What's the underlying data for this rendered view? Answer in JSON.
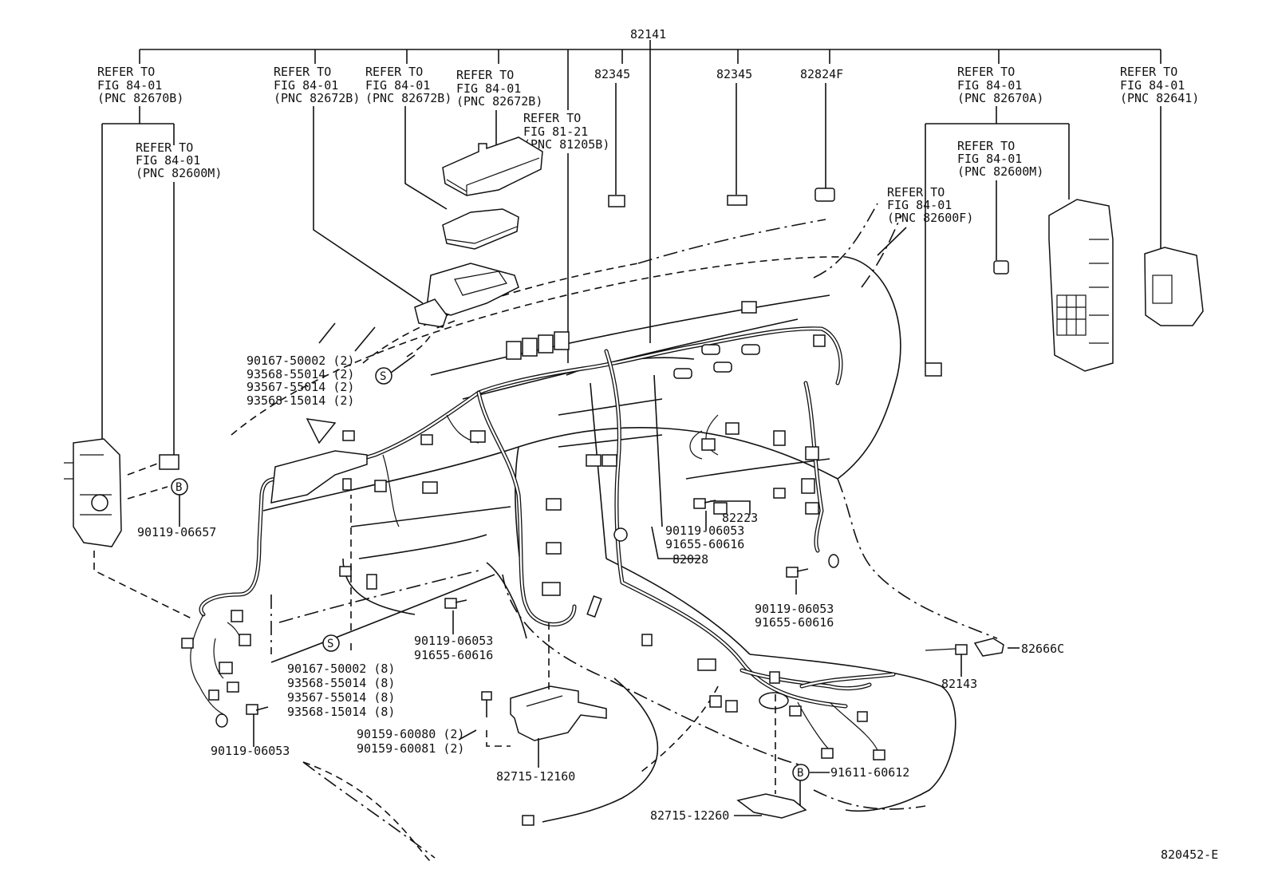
{
  "labels": {
    "main_harness": "82141",
    "ref_82670b": [
      "REFER TO",
      "FIG 84-01",
      "(PNC 82670B)"
    ],
    "ref_82600m_left": [
      "REFER TO",
      "FIG 84-01",
      "(PNC 82600M)"
    ],
    "ref_82672b_1": [
      "REFER TO",
      "FIG 84-01",
      "(PNC 82672B)"
    ],
    "ref_82672b_2": [
      "REFER TO",
      "FIG 84-01",
      "(PNC 82672B)"
    ],
    "ref_82672b_3": [
      "REFER TO",
      "FIG 84-01",
      "(PNC 82672B)"
    ],
    "ref_81205b": [
      "REFER TO",
      "FIG 81-21",
      "(PNC 81205B)"
    ],
    "conn_82345_a": "82345",
    "conn_82345_b": "82345",
    "conn_82824f": "82824F",
    "ref_82670a": [
      "REFER TO",
      "FIG 84-01",
      "(PNC 82670A)"
    ],
    "ref_82641": [
      "REFER TO",
      "FIG 84-01",
      "(PNC 82641)"
    ],
    "ref_82600m_right": [
      "REFER TO",
      "FIG 84-01",
      "(PNC 82600M)"
    ],
    "ref_82600f": [
      "REFER TO",
      "FIG 84-01",
      "(PNC 82600F)"
    ],
    "clamp_group_top": [
      "90167-50002 (2)",
      "93568-55014 (2)",
      "93567-55014 (2)",
      "93568-15014 (2)"
    ],
    "clamp_group_bottom": [
      "90167-50002 (8)",
      "93568-55014 (8)",
      "93567-55014 (8)",
      "93568-15014 (8)"
    ],
    "bolt_90119_06657": "90119-06657",
    "bolt_left_bottom": "90119-06053",
    "bolt_pair_center": [
      "90119-06053",
      "91655-60616"
    ],
    "bolt_pair_upper": [
      "90119-06053",
      "91655-60616"
    ],
    "bolt_pair_right": [
      "90119-06053",
      "91655-60616"
    ],
    "part_82223": "82223",
    "part_82028": "82028",
    "screws_90159": [
      "90159-60080 (2)",
      "90159-60081 (2)"
    ],
    "bracket_82715_12160": "82715-12160",
    "bracket_82715_12260": "82715-12260",
    "bolt_91611_60612": "91611-60612",
    "part_82666c": "82666C",
    "part_82143": "82143",
    "figure_code": "820452-E",
    "symbol_s": "S",
    "symbol_b": "B"
  }
}
